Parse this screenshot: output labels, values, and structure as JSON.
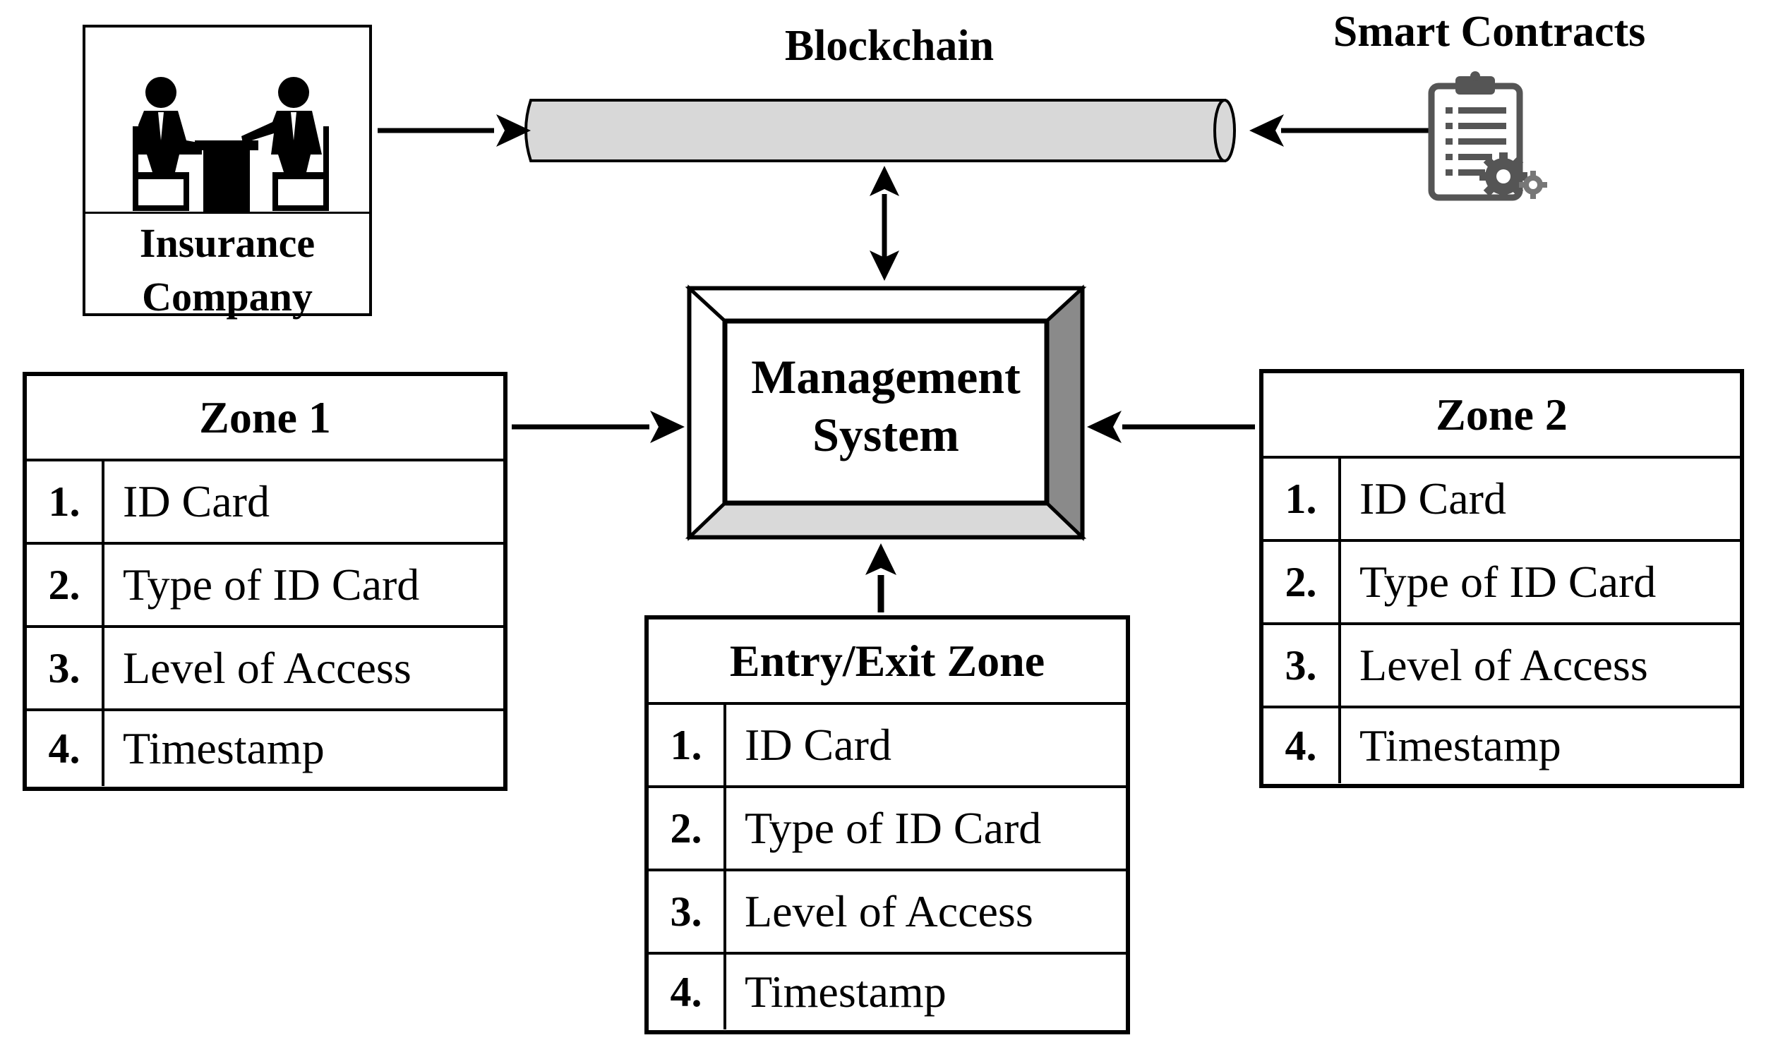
{
  "blockchain": {
    "title": "Blockchain"
  },
  "smart_contracts": {
    "title": "Smart Contracts",
    "icon": "clipboard-gears-icon"
  },
  "insurance_company": {
    "label_line1": "Insurance",
    "label_line2": "Company",
    "icon": "meeting-people-icon"
  },
  "management_system": {
    "line1": "Management",
    "line2": "System"
  },
  "zone1": {
    "title": "Zone 1",
    "rows": [
      {
        "num": "1.",
        "text": "ID Card"
      },
      {
        "num": "2.",
        "text": "Type of ID Card"
      },
      {
        "num": "3.",
        "text": "Level of Access"
      },
      {
        "num": "4.",
        "text": "Timestamp"
      }
    ]
  },
  "zone2": {
    "title": "Zone 2",
    "rows": [
      {
        "num": "1.",
        "text": "ID Card"
      },
      {
        "num": "2.",
        "text": "Type of ID Card"
      },
      {
        "num": "3.",
        "text": "Level of Access"
      },
      {
        "num": "4.",
        "text": "Timestamp"
      }
    ]
  },
  "entry_exit_zone": {
    "title": "Entry/Exit Zone",
    "rows": [
      {
        "num": "1.",
        "text": "ID Card"
      },
      {
        "num": "2.",
        "text": "Type of ID Card"
      },
      {
        "num": "3.",
        "text": "Level of Access"
      },
      {
        "num": "4.",
        "text": "Timestamp"
      }
    ]
  },
  "colors": {
    "pipe_fill": "#d8d8d8",
    "bevel_light": "#d9d9d9",
    "bevel_dark": "#8a8a8a"
  }
}
